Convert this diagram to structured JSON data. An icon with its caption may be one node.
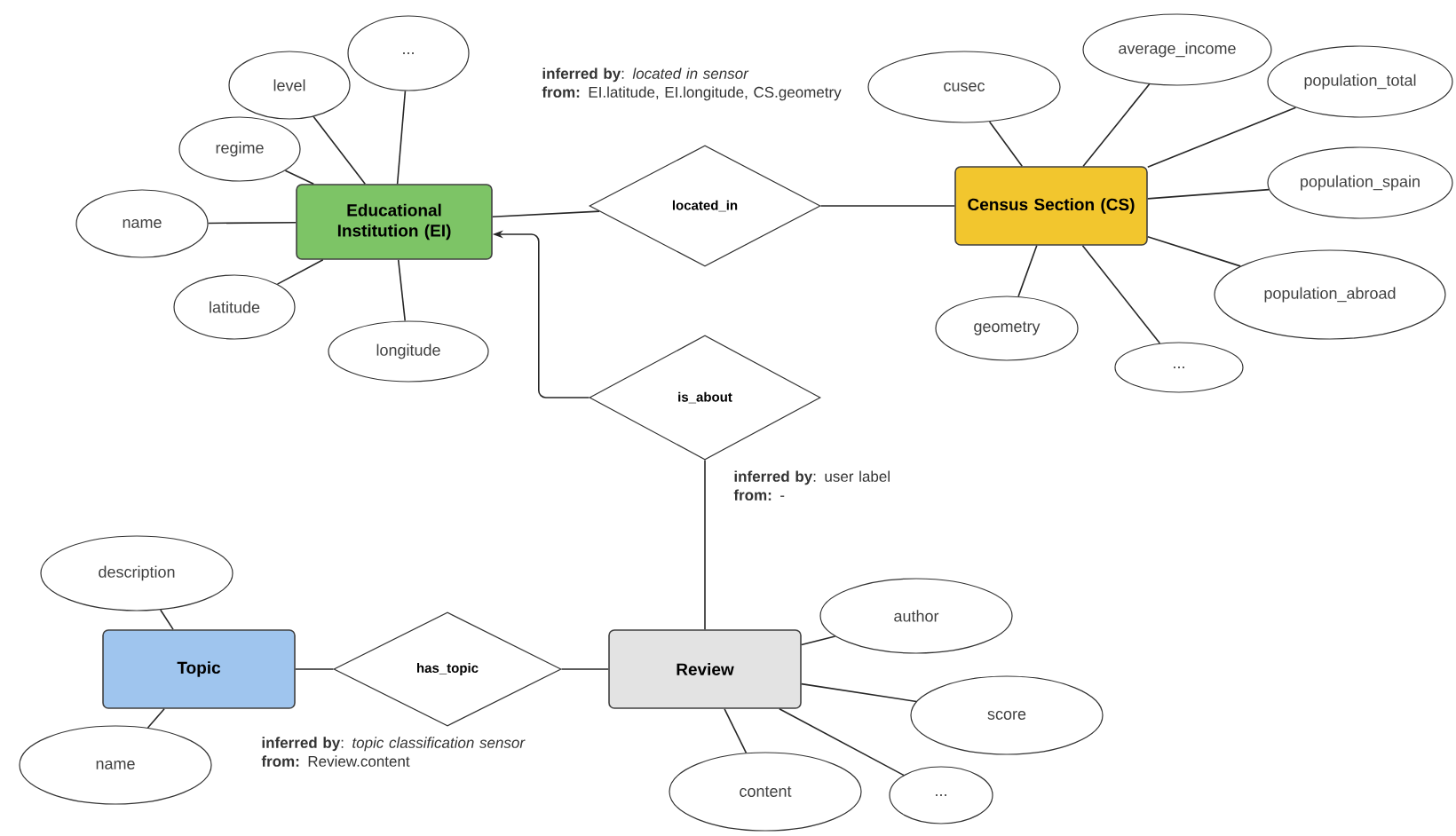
{
  "diagram": {
    "nodes": [
      {
        "text": [
          "Educational Institution (EI)"
        ]
      },
      {
        "text": [
          "level"
        ]
      },
      {
        "text": [
          "..."
        ]
      },
      {
        "text": [
          "regime"
        ]
      },
      {
        "text": [
          "name"
        ]
      },
      {
        "text": [
          "latitude"
        ]
      },
      {
        "text": [
          "longitude"
        ]
      },
      {
        "text": [
          "located_in"
        ],
        "beside": [
          "**inferred by**: *located in sensor*",
          "**from:** EI.latitude, EI.longitude, CS.geometry"
        ]
      },
      {
        "text": [
          "Census Section (CS)"
        ]
      },
      {
        "text": [
          "cusec"
        ]
      },
      {
        "text": [
          "average_income"
        ]
      },
      {
        "text": [
          "population_total"
        ]
      },
      {
        "text": [
          "population_spain"
        ]
      },
      {
        "text": [
          "population_abroad"
        ]
      },
      {
        "text": [
          "geometry"
        ]
      },
      {
        "text": [
          "..."
        ]
      },
      {
        "text": [
          "is_about"
        ],
        "beside": [
          "**inferred by**: user label",
          "**from:** -"
        ]
      },
      {
        "text": [
          "Topic"
        ]
      },
      {
        "text": [
          "description"
        ]
      },
      {
        "text": [
          "name"
        ]
      },
      {
        "text": [
          "has_topic"
        ],
        "beside": [
          "**inferred by**: *topic classification sensor*",
          "**from:** Review.content"
        ]
      },
      {
        "text": [
          "Review"
        ]
      },
      {
        "text": [
          "author"
        ]
      },
      {
        "text": [
          "score"
        ]
      },
      {
        "text": [
          "content"
        ]
      },
      {
        "text": [
          "..."
        ]
      }
    ],
    "edges": [
      {
        "from": 0,
        "to": 1,
        "arrow": "none"
      },
      {
        "from": 0,
        "to": 2,
        "arrow": "none"
      },
      {
        "from": 0,
        "to": 3,
        "arrow": "none"
      },
      {
        "from": 0,
        "to": 4,
        "arrow": "none"
      },
      {
        "from": 0,
        "to": 5,
        "arrow": "none"
      },
      {
        "from": 0,
        "to": 6,
        "arrow": "none"
      },
      {
        "from": 0,
        "to": 7,
        "arrow": "none"
      },
      {
        "from": 7,
        "to": 8,
        "arrow": "none"
      },
      {
        "from": 8,
        "to": 9,
        "arrow": "none"
      },
      {
        "from": 8,
        "to": 10,
        "arrow": "none"
      },
      {
        "from": 8,
        "to": 11,
        "arrow": "none"
      },
      {
        "from": 8,
        "to": 12,
        "arrow": "none"
      },
      {
        "from": 8,
        "to": 13,
        "arrow": "none"
      },
      {
        "from": 8,
        "to": 14,
        "arrow": "none"
      },
      {
        "from": 8,
        "to": 15,
        "arrow": "none"
      },
      {
        "from": 16,
        "to": 0,
        "arrow": "to"
      },
      {
        "from": 21,
        "to": 16,
        "arrow": "none"
      },
      {
        "from": 17,
        "to": 18,
        "arrow": "none"
      },
      {
        "from": 17,
        "to": 19,
        "arrow": "none"
      },
      {
        "from": 17,
        "to": 20,
        "arrow": "none"
      },
      {
        "from": 20,
        "to": 21,
        "arrow": "none"
      },
      {
        "from": 21,
        "to": 22,
        "arrow": "none"
      },
      {
        "from": 21,
        "to": 23,
        "arrow": "none"
      },
      {
        "from": 21,
        "to": 24,
        "arrow": "none"
      },
      {
        "from": 21,
        "to": 25,
        "arrow": "none"
      }
    ]
  }
}
